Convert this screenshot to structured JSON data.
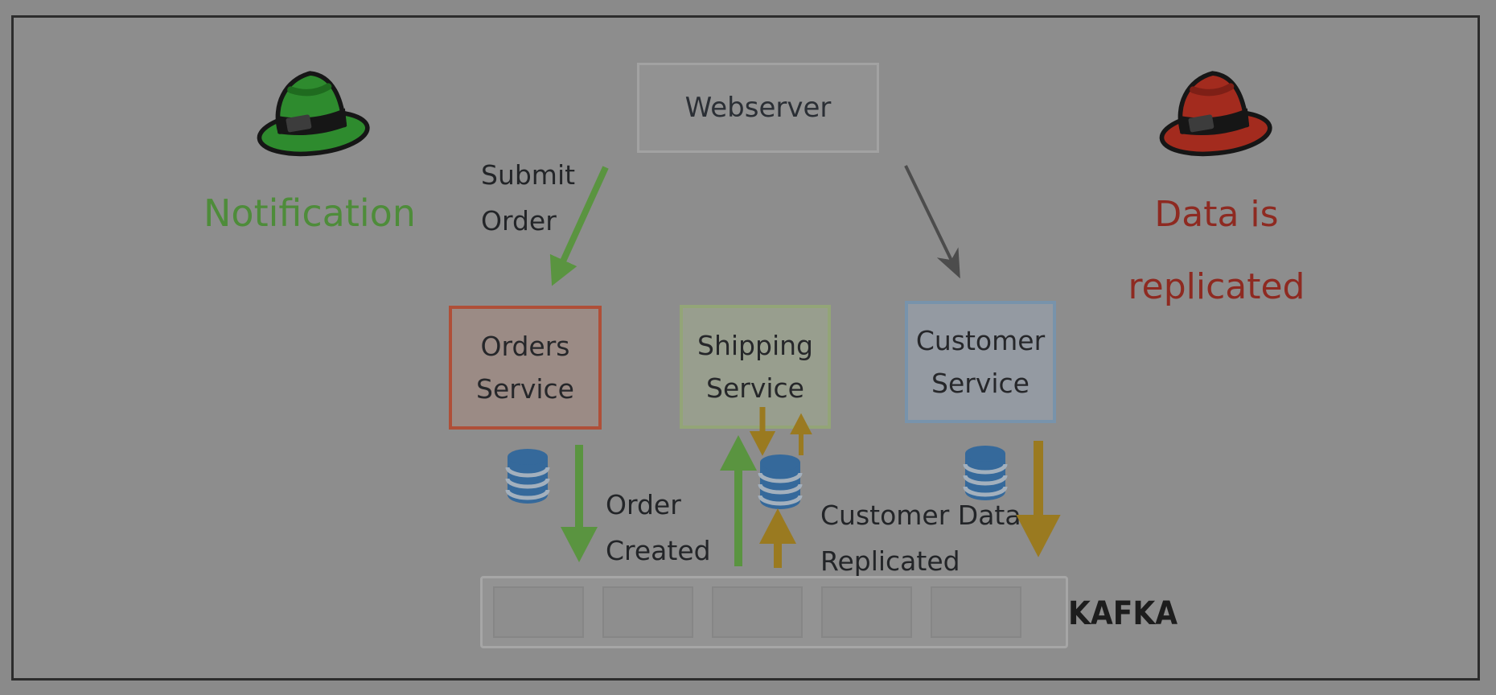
{
  "nodes": {
    "webserver": {
      "label": "Webserver"
    },
    "orders_service": {
      "line1": "Orders",
      "line2": "Service"
    },
    "shipping_service": {
      "line1": "Shipping",
      "line2": "Service"
    },
    "customer_service": {
      "line1": "Customer",
      "line2": "Service"
    },
    "kafka": {
      "label": "KAFKA",
      "partition_count": 5
    }
  },
  "annotations": {
    "notification": {
      "label": "Notification",
      "color": "#4e8c3a"
    },
    "data_replicated": {
      "line1": "Data is",
      "line2": "replicated",
      "color": "#8e2a21"
    }
  },
  "edges": {
    "submit_order": {
      "line1": "Submit",
      "line2": "Order"
    },
    "order_created": {
      "line1": "Order",
      "line2": "Created"
    },
    "customer_data_replicated": {
      "line1": "Customer Data",
      "line2": "Replicated"
    }
  },
  "colors": {
    "background": "#8d8d8d",
    "frame_border": "#2c2c2c",
    "green_accent": "#5a9440",
    "olive_accent": "#9a7a20",
    "gray_arrow": "#4c4c4c",
    "database_blue": "#35699b",
    "orders_border": "#af4f38",
    "shipping_border": "#93a577",
    "customer_border": "#7893ab",
    "green_hat": "#2e8b2e",
    "red_hat": "#a32b1e"
  }
}
